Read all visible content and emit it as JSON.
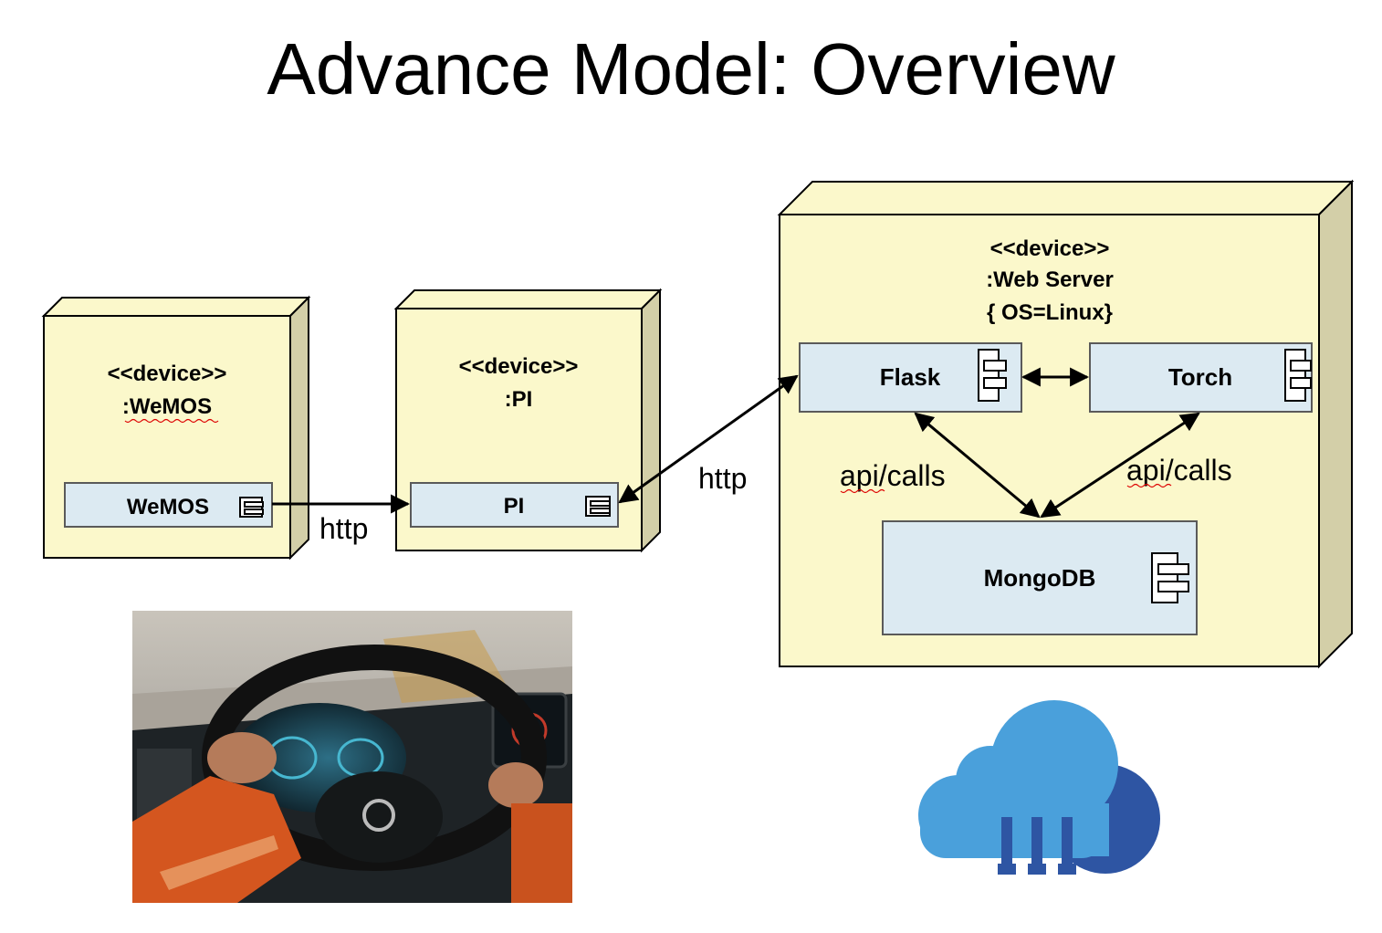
{
  "title": "Advance Model: Overview",
  "nodes": {
    "wemos": {
      "stereotype": "<<device>>",
      "name": ":WeMOS",
      "component": "WeMOS"
    },
    "pi": {
      "stereotype": "<<device>>",
      "name": ":PI",
      "component": "PI"
    },
    "webserver": {
      "stereotype": "<<device>>",
      "name": ":Web Server",
      "constraint": "{ OS=Linux}",
      "components": {
        "flask": "Flask",
        "torch": "Torch",
        "mongodb": "MongoDB"
      }
    }
  },
  "edges": {
    "wemos_pi": "http",
    "pi_flask": "http",
    "flask_mongodb": "api/calls",
    "torch_mongodb": "api/calls"
  },
  "images": {
    "truck_photo": "truck-driver-steering-wheel-photo",
    "cloud_icon": "cloud-icon"
  },
  "colors": {
    "node_fill": "#fbf8cb",
    "node_side": "#d3cfa8",
    "component_fill": "#dceaf2",
    "cloud_light": "#4aa0db",
    "cloud_dark": "#2e55a3"
  }
}
